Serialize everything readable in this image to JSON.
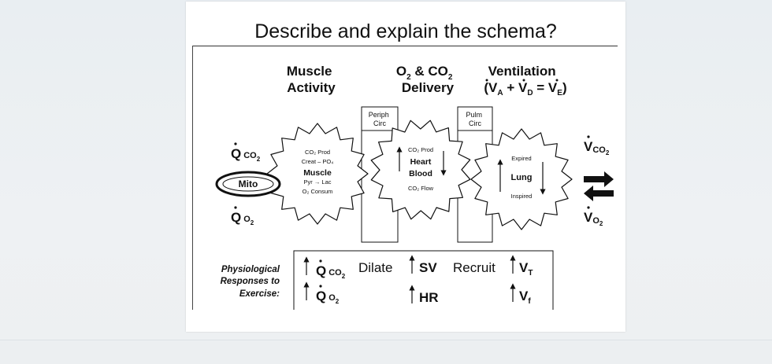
{
  "slide": {
    "title": "Describe and explain the schema?"
  },
  "schema": {
    "header": {
      "muscle_activity": [
        "Muscle",
        "Activity"
      ],
      "delivery": [
        "O",
        "2",
        " & CO",
        "2",
        "Delivery"
      ],
      "ventilation": [
        "Ventilation",
        "(V",
        "A",
        " + V",
        "D",
        " = V",
        "E",
        ")"
      ]
    },
    "boxes": {
      "periph": [
        "Periph",
        "Circ"
      ],
      "pulm": [
        "Pulm",
        "Circ"
      ]
    },
    "left": {
      "q_co2": [
        "Q",
        "CO",
        "2"
      ],
      "mito": "Mito",
      "q_o2": [
        "Q",
        "O",
        "2"
      ]
    },
    "gear_muscle": {
      "line1": "CO₂ Prod",
      "line2": "Creat – PO₄",
      "line3": "Muscle",
      "line4": "Pyr → Lac",
      "line5": "O₂ Consum"
    },
    "gear_heart": {
      "line1": "CO₂ Prod",
      "line2": "Heart",
      "line3": "Blood",
      "line4": "CO₂ Flow"
    },
    "gear_lung": {
      "line1": "Expired",
      "line2": "Lung",
      "line3": "Inspired"
    },
    "right": {
      "v_co2": [
        "V",
        "CO",
        "2"
      ],
      "v_o2": [
        "V",
        "O",
        "2"
      ]
    },
    "responses": {
      "label": [
        "Physiological",
        "Responses to",
        "Exercise:"
      ],
      "q_co2": [
        "Q",
        "CO",
        "2"
      ],
      "q_o2": [
        "Q",
        "O",
        "2"
      ],
      "dilate": "Dilate",
      "sv": "SV",
      "hr": "HR",
      "recruit": "Recruit",
      "vt": [
        "V",
        "T"
      ],
      "vf": [
        "V",
        "f"
      ]
    }
  }
}
